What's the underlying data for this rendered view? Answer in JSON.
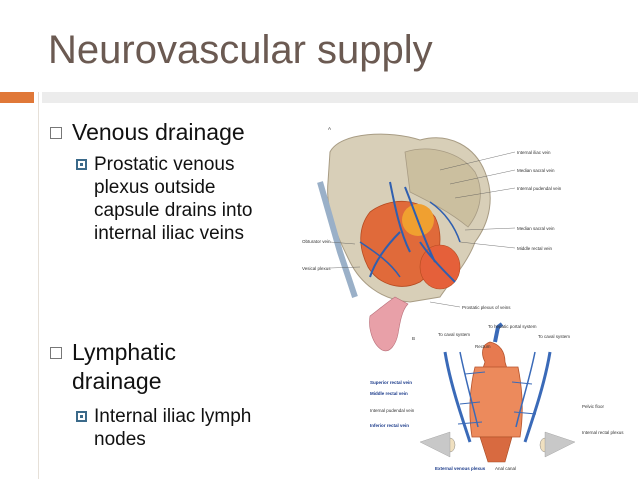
{
  "title": "Neurovascular supply",
  "bullets": [
    {
      "text": "Venous drainage",
      "sub": "Prostatic venous plexus outside capsule drains into internal iliac veins",
      "sub_lines": [
        "Prostatic venous",
        "plexus outside",
        "capsule drains into",
        "internal iliac veins"
      ]
    },
    {
      "text_lines": [
        "Lymphatic",
        "drainage"
      ],
      "sub_lines": [
        "Internal iliac lymph",
        "nodes"
      ]
    }
  ],
  "figure": {
    "panel_a": "A",
    "panel_b": "B",
    "labels_a": {
      "internal_iliac_vein": "Internal iliac vein",
      "median_sacral_vein": "Median sacral vein",
      "internal_pudendal_vein": "Internal pudendal vein",
      "median_sacral_vein_2": "Median sacral vein",
      "middle_rectal_vein": "Middle rectal vein",
      "obturator_vein": "Obturator vein",
      "vesical_plexus": "Vesical plexus",
      "prostatic_plexus": "Prostatic plexus of veins"
    },
    "labels_b": {
      "to_caval": "To caval system",
      "to_hepatic": "To hepatic portal system",
      "rectum": "Rectum",
      "to_caval_2": "To caval system",
      "superior_rectal": "Superior rectal vein",
      "middle_rectal": "Middle rectal vein",
      "internal_pudendal": "Internal pudendal vein",
      "inferior_rectal": "Inferior rectal vein",
      "pelvic_floor": "Pelvic floor",
      "internal_rectal_plexus": "Internal rectal plexus",
      "external_venous_plexus": "External venous plexus",
      "anal_canal": "Anal canal"
    }
  }
}
